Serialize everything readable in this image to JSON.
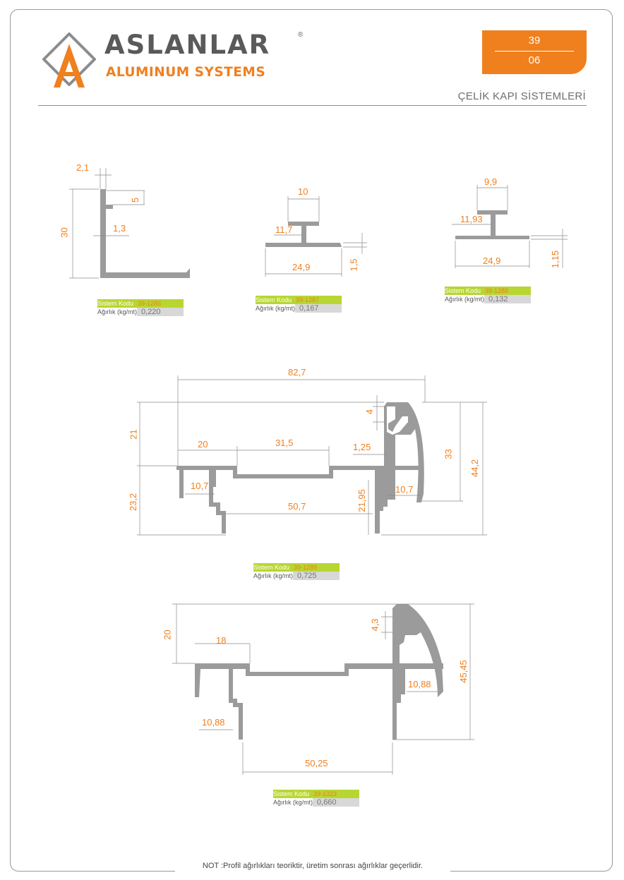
{
  "header": {
    "brand": "ASLANLAR",
    "brand_sub": "ALUMINUM SYSTEMS",
    "reg_mark": "®",
    "badge_top": "39",
    "badge_bottom": "06",
    "section_title": "ÇELİK KAPI SİSTEMLERİ"
  },
  "colors": {
    "accent": "#f07f1e",
    "profile": "#9b9b9b",
    "code_bg": "#b8d632",
    "weight_bg": "#d8d8d8"
  },
  "profiles": [
    {
      "code_label": "Sistem Kodu",
      "code": "39-1286",
      "weight_label": "Ağırlık (kg/mt)",
      "weight": "0,220",
      "dims": [
        "2,1",
        "5",
        "30",
        "1,3"
      ]
    },
    {
      "code_label": "Sistem Kodu",
      "code": "39-1287",
      "weight_label": "Ağırlık (kg/mt)",
      "weight": "0,167",
      "dims": [
        "10",
        "11,7",
        "24,9",
        "1,5"
      ]
    },
    {
      "code_label": "Sistem Kodu",
      "code": "39-1288",
      "weight_label": "Ağırlık (kg/mt)",
      "weight": "0,132",
      "dims": [
        "9,9",
        "11,93",
        "24,9",
        "1,15"
      ]
    },
    {
      "code_label": "Sistem Kodu",
      "code": "39-1289",
      "weight_label": "Ağırlık (kg/mt)",
      "weight": "0,725",
      "dims": [
        "82,7",
        "21",
        "4",
        "20",
        "31,5",
        "1,25",
        "33",
        "44,2",
        "10,7",
        "10,7",
        "23,2",
        "50,7",
        "21,95"
      ]
    },
    {
      "code_label": "Sistem Kodu",
      "code": "39-1323",
      "weight_label": "Ağırlık (kg/mt)",
      "weight": "0,660",
      "dims": [
        "20",
        "4,3",
        "18",
        "10,88",
        "45,45",
        "10,88",
        "50,25"
      ]
    }
  ],
  "note": "NOT :Profil ağırlıkları teoriktir, üretim sonrası ağırlıklar geçerlidir."
}
